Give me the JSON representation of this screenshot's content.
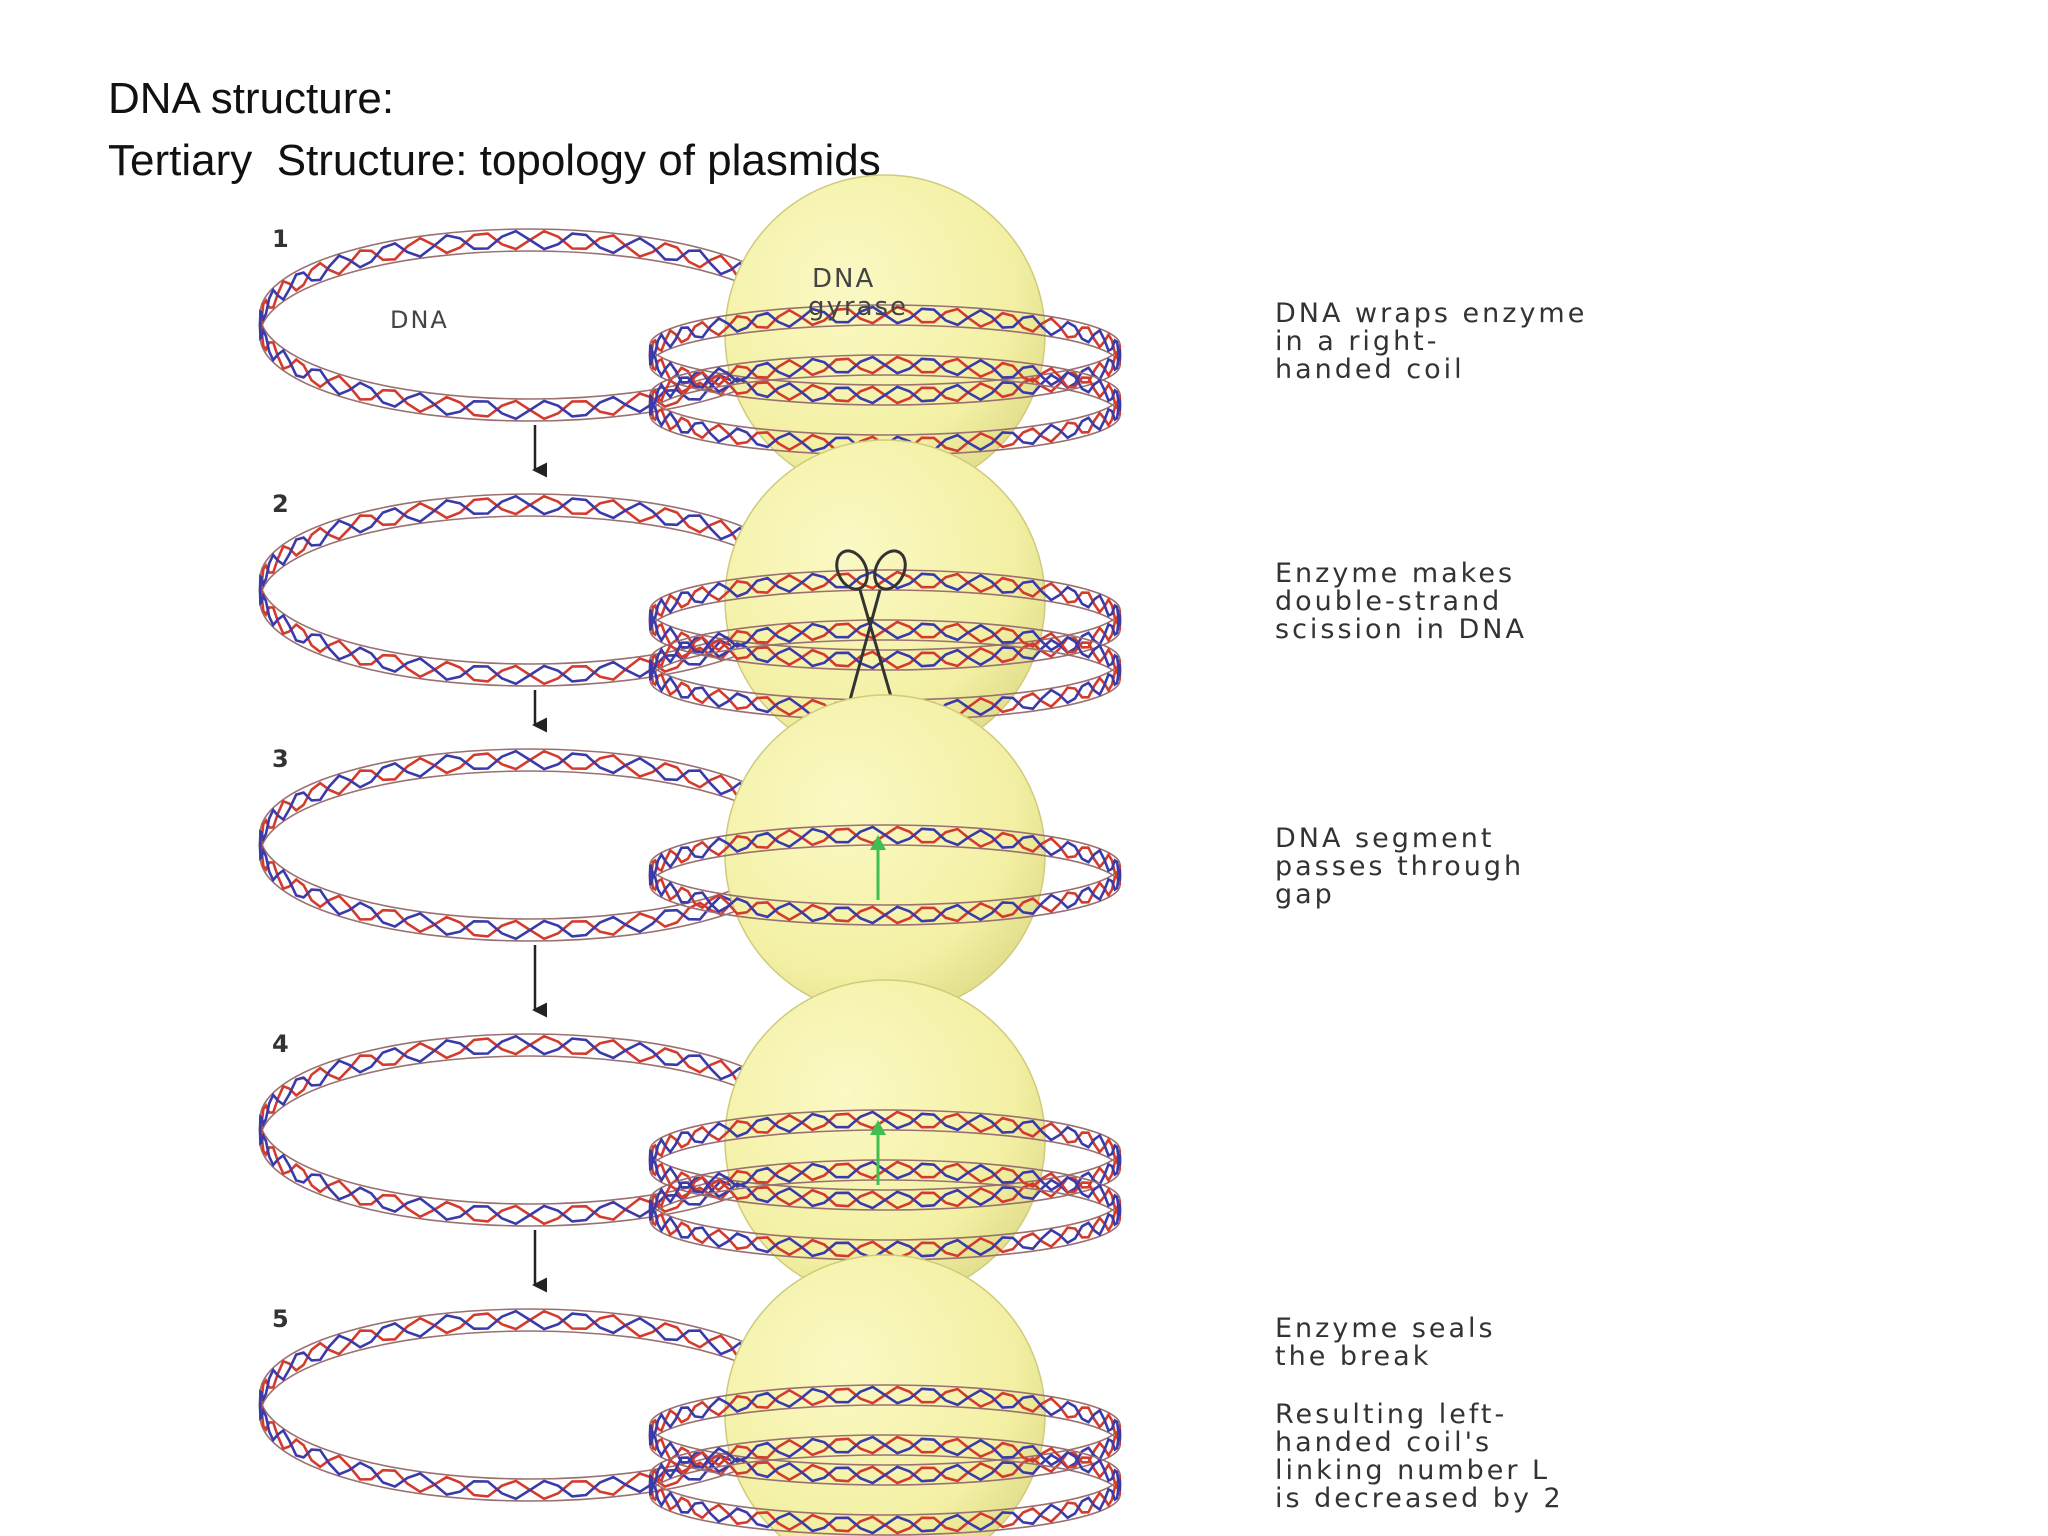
{
  "title": {
    "line1": "DNA structure:",
    "line2": "Tertiary  Structure: topology of plasmids"
  },
  "steps": [
    {
      "number": "1",
      "caption": [
        "DNA wraps enzyme",
        "in a right-",
        "handed coil"
      ]
    },
    {
      "number": "2",
      "caption": [
        "Enzyme makes",
        "double-strand",
        "scission in DNA"
      ]
    },
    {
      "number": "3",
      "caption": [
        "DNA segment",
        "passes through",
        "gap"
      ]
    },
    {
      "number": "4",
      "caption": []
    },
    {
      "number": "5",
      "caption": [
        "Enzyme seals",
        "the break"
      ]
    }
  ],
  "final_note": [
    "Resulting left-",
    "handed coil's",
    "linking number L",
    "is decreased by 2"
  ],
  "labels": {
    "dna": "DNA",
    "enzyme_line1": "DNA",
    "enzyme_line2": "gyrase"
  },
  "colors": {
    "enzyme": "#f5f2a8",
    "strand_a": "#d23b2e",
    "strand_b": "#3a3aa8",
    "ribbon": "#9a7070",
    "arrow_down": "#222222",
    "arrow_up": "#3fbf4f"
  },
  "icons": [
    "scissors-icon",
    "arrow-down-icon",
    "arrow-up-icon"
  ]
}
